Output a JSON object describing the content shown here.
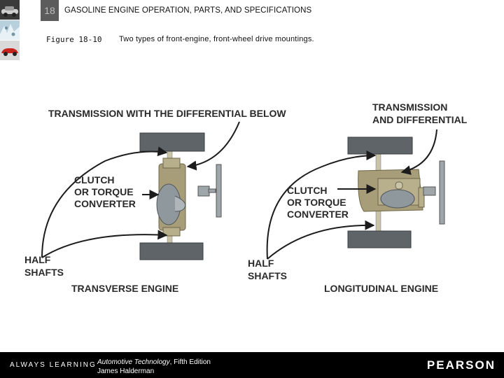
{
  "header": {
    "chapter_number": "18",
    "title": "GASOLINE ENGINE OPERATION, PARTS, AND SPECIFICATIONS"
  },
  "figure": {
    "number": "Figure 18-10",
    "caption": "Two types of front-engine, front-wheel drive mountings."
  },
  "diagram": {
    "left": {
      "top_label": "TRANSMISSION WITH THE DIFFERENTIAL BELOW",
      "clutch_line1": "CLUTCH",
      "clutch_line2": "OR TORQUE",
      "clutch_line3": "CONVERTER",
      "half_line1": "HALF",
      "half_line2": "SHAFTS",
      "bottom_label": "TRANSVERSE ENGINE"
    },
    "right": {
      "top_line1": "TRANSMISSION",
      "top_line2": "AND DIFFERENTIAL",
      "clutch_line1": "CLUTCH",
      "clutch_line2": "OR TORQUE",
      "clutch_line3": "CONVERTER",
      "half_line1": "HALF",
      "half_line2": "SHAFTS",
      "bottom_label": "LONGITUDINAL ENGINE"
    },
    "colors": {
      "tire": "#5f6468",
      "engine": "#a79d78",
      "clutch": "#8f989d",
      "steering": "#9ea6aa",
      "arrow": "#1c1c1c"
    }
  },
  "footer": {
    "tagline": "ALWAYS LEARNING",
    "book_title": "Automotive Technology",
    "book_edition": ", Fifth Edition",
    "author": "James Halderman",
    "publisher": "PEARSON"
  }
}
